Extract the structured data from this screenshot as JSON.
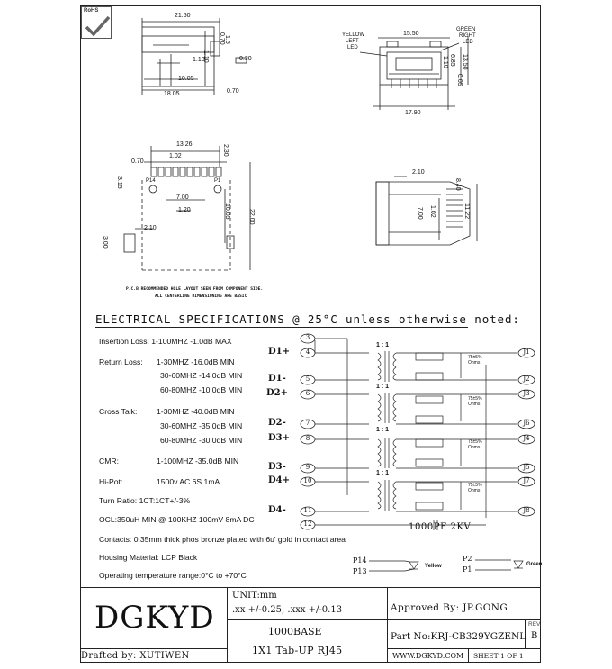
{
  "rohs": {
    "label": "RoHS"
  },
  "drawings": {
    "side_view": {
      "dims": [
        "21.50",
        "0.70",
        "1.10",
        "1.5",
        "0.30",
        "1.10",
        "10.05",
        "18.05",
        "0.70"
      ]
    },
    "front_view": {
      "dims": [
        "15.50",
        "17.90",
        "1.10",
        "6.85",
        "13.50",
        "0.05"
      ],
      "labels": {
        "yellow_left": [
          "YELLOW",
          "LEFT",
          "LED"
        ],
        "green_right": [
          "GREEN",
          "RIGHT",
          "LED"
        ]
      }
    },
    "pcb_layout": {
      "dims": [
        "13.26",
        "1.02",
        "0.70",
        "2.30",
        "3.15",
        "7.00",
        "1.20",
        "10.05",
        "22.00",
        "2.10",
        "3.00"
      ],
      "pins": {
        "left": "P14",
        "right": "P1"
      },
      "notes": [
        "P.C.B RECOMMENDED HOLE LAYOUT SEEN FROM COMPONENT SIDE.",
        "ALL CENTERLINE DIMENSIONING ARE BASIC"
      ]
    },
    "rear_view": {
      "dims": [
        "2.10",
        "8.40",
        "7.00",
        "1.02",
        "11.22"
      ]
    }
  },
  "electrical": {
    "title": "ELECTRICAL SPECIFICATIONS @ 25°C unless otherwise noted:",
    "insertion_loss": "Insertion Loss:  1-100MHZ  -1.0dB MAX",
    "return_loss": {
      "label": "Return Loss:",
      "rows": [
        "1-30MHZ   -16.0dB MIN",
        "30-60MHZ  -14.0dB MIN",
        "60-80MHZ  -10.0dB MIN"
      ]
    },
    "cross_talk": {
      "label": "Cross Talk:",
      "rows": [
        "1-30MHZ   -40.0dB MIN",
        "30-60MHZ  -35.0dB MIN",
        "60-80MHZ  -30.0dB MIN"
      ]
    },
    "cmr": {
      "label": "CMR:",
      "value": "1-100MHZ  -35.0dB MIN"
    },
    "hipot": {
      "label": "Hi-Pot:",
      "value": "1500v AC 6S 1mA"
    },
    "turn_ratio": "Turn Ratio: 1CT:1CT+/-3%",
    "ocl": "OCL:350uH MIN @ 100KHZ 100mV 8mA DC",
    "contacts": "Contacts: 0.35mm thick phos bronze plated with 6u' gold in contact area",
    "housing": "Housing Material: LCP Black",
    "temp": "Operating temperature range:0°C to +70°C"
  },
  "schematic": {
    "left_labels": [
      "D1+",
      "D1-",
      "D2+",
      "D2-",
      "D3+",
      "D3-",
      "D4+",
      "D4-"
    ],
    "left_pins": [
      "3",
      "4",
      "5",
      "6",
      "7",
      "8",
      "9",
      "10",
      "11",
      "12"
    ],
    "right_pins": [
      "J1",
      "J2",
      "J3",
      "J6",
      "J4",
      "J5",
      "J7",
      "J8"
    ],
    "ratio": "1 : 1",
    "resistor": [
      "75±5%",
      "Ohms"
    ],
    "cap": "1000PF 2KV",
    "leds": [
      {
        "pins": [
          "P14",
          "P13"
        ],
        "color": "Yellow"
      },
      {
        "pins": [
          "P2",
          "P1"
        ],
        "color": "Green"
      }
    ]
  },
  "title_block": {
    "company": "DGKYD",
    "unit": "UNIT:mm",
    "tolerance": ".xx   +/-0.25, .xxx  +/-0.13",
    "approved": "Approved By: JP.GONG",
    "title1": "1000BASE",
    "title2": "1X1 Tab-UP RJ45",
    "part": "Part No:KRJ-CB329YGZENL",
    "rev_label": "REV.",
    "rev": "B",
    "drafted": "Drafted by:  XUTIWEN",
    "website": "WWW.DGKYD.COM",
    "sheet": "SHEET  1  OF  1"
  }
}
